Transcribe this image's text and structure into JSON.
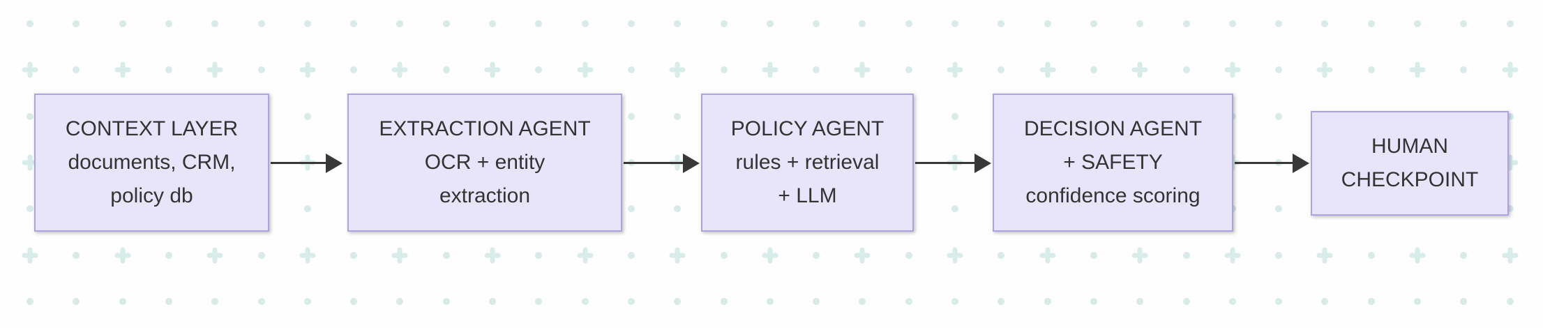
{
  "theme": {
    "canvas_bg": "#fefefe",
    "node_fill": "#e8e4fa",
    "node_border": "#aba3e2",
    "node_text": "#333333",
    "arrow_color": "#383838",
    "pattern_dot": "#d9ebe9",
    "pattern_plus": "#d8ece9"
  },
  "diagram": {
    "nodes": [
      {
        "id": "context-layer",
        "lines": [
          "CONTEXT LAYER",
          "documents, CRM,",
          "policy db"
        ]
      },
      {
        "id": "extraction-agent",
        "lines": [
          "EXTRACTION AGENT",
          "OCR + entity",
          "extraction"
        ]
      },
      {
        "id": "policy-agent",
        "lines": [
          "POLICY AGENT",
          "rules + retrieval",
          "+ LLM"
        ]
      },
      {
        "id": "decision-agent",
        "lines": [
          "DECISION AGENT",
          "+ SAFETY",
          "confidence scoring"
        ]
      },
      {
        "id": "human-checkpoint",
        "lines": [
          "HUMAN",
          "CHECKPOINT"
        ]
      }
    ],
    "connections": [
      {
        "from": "context-layer",
        "to": "extraction-agent"
      },
      {
        "from": "extraction-agent",
        "to": "policy-agent"
      },
      {
        "from": "policy-agent",
        "to": "decision-agent"
      },
      {
        "from": "decision-agent",
        "to": "human-checkpoint"
      }
    ]
  }
}
